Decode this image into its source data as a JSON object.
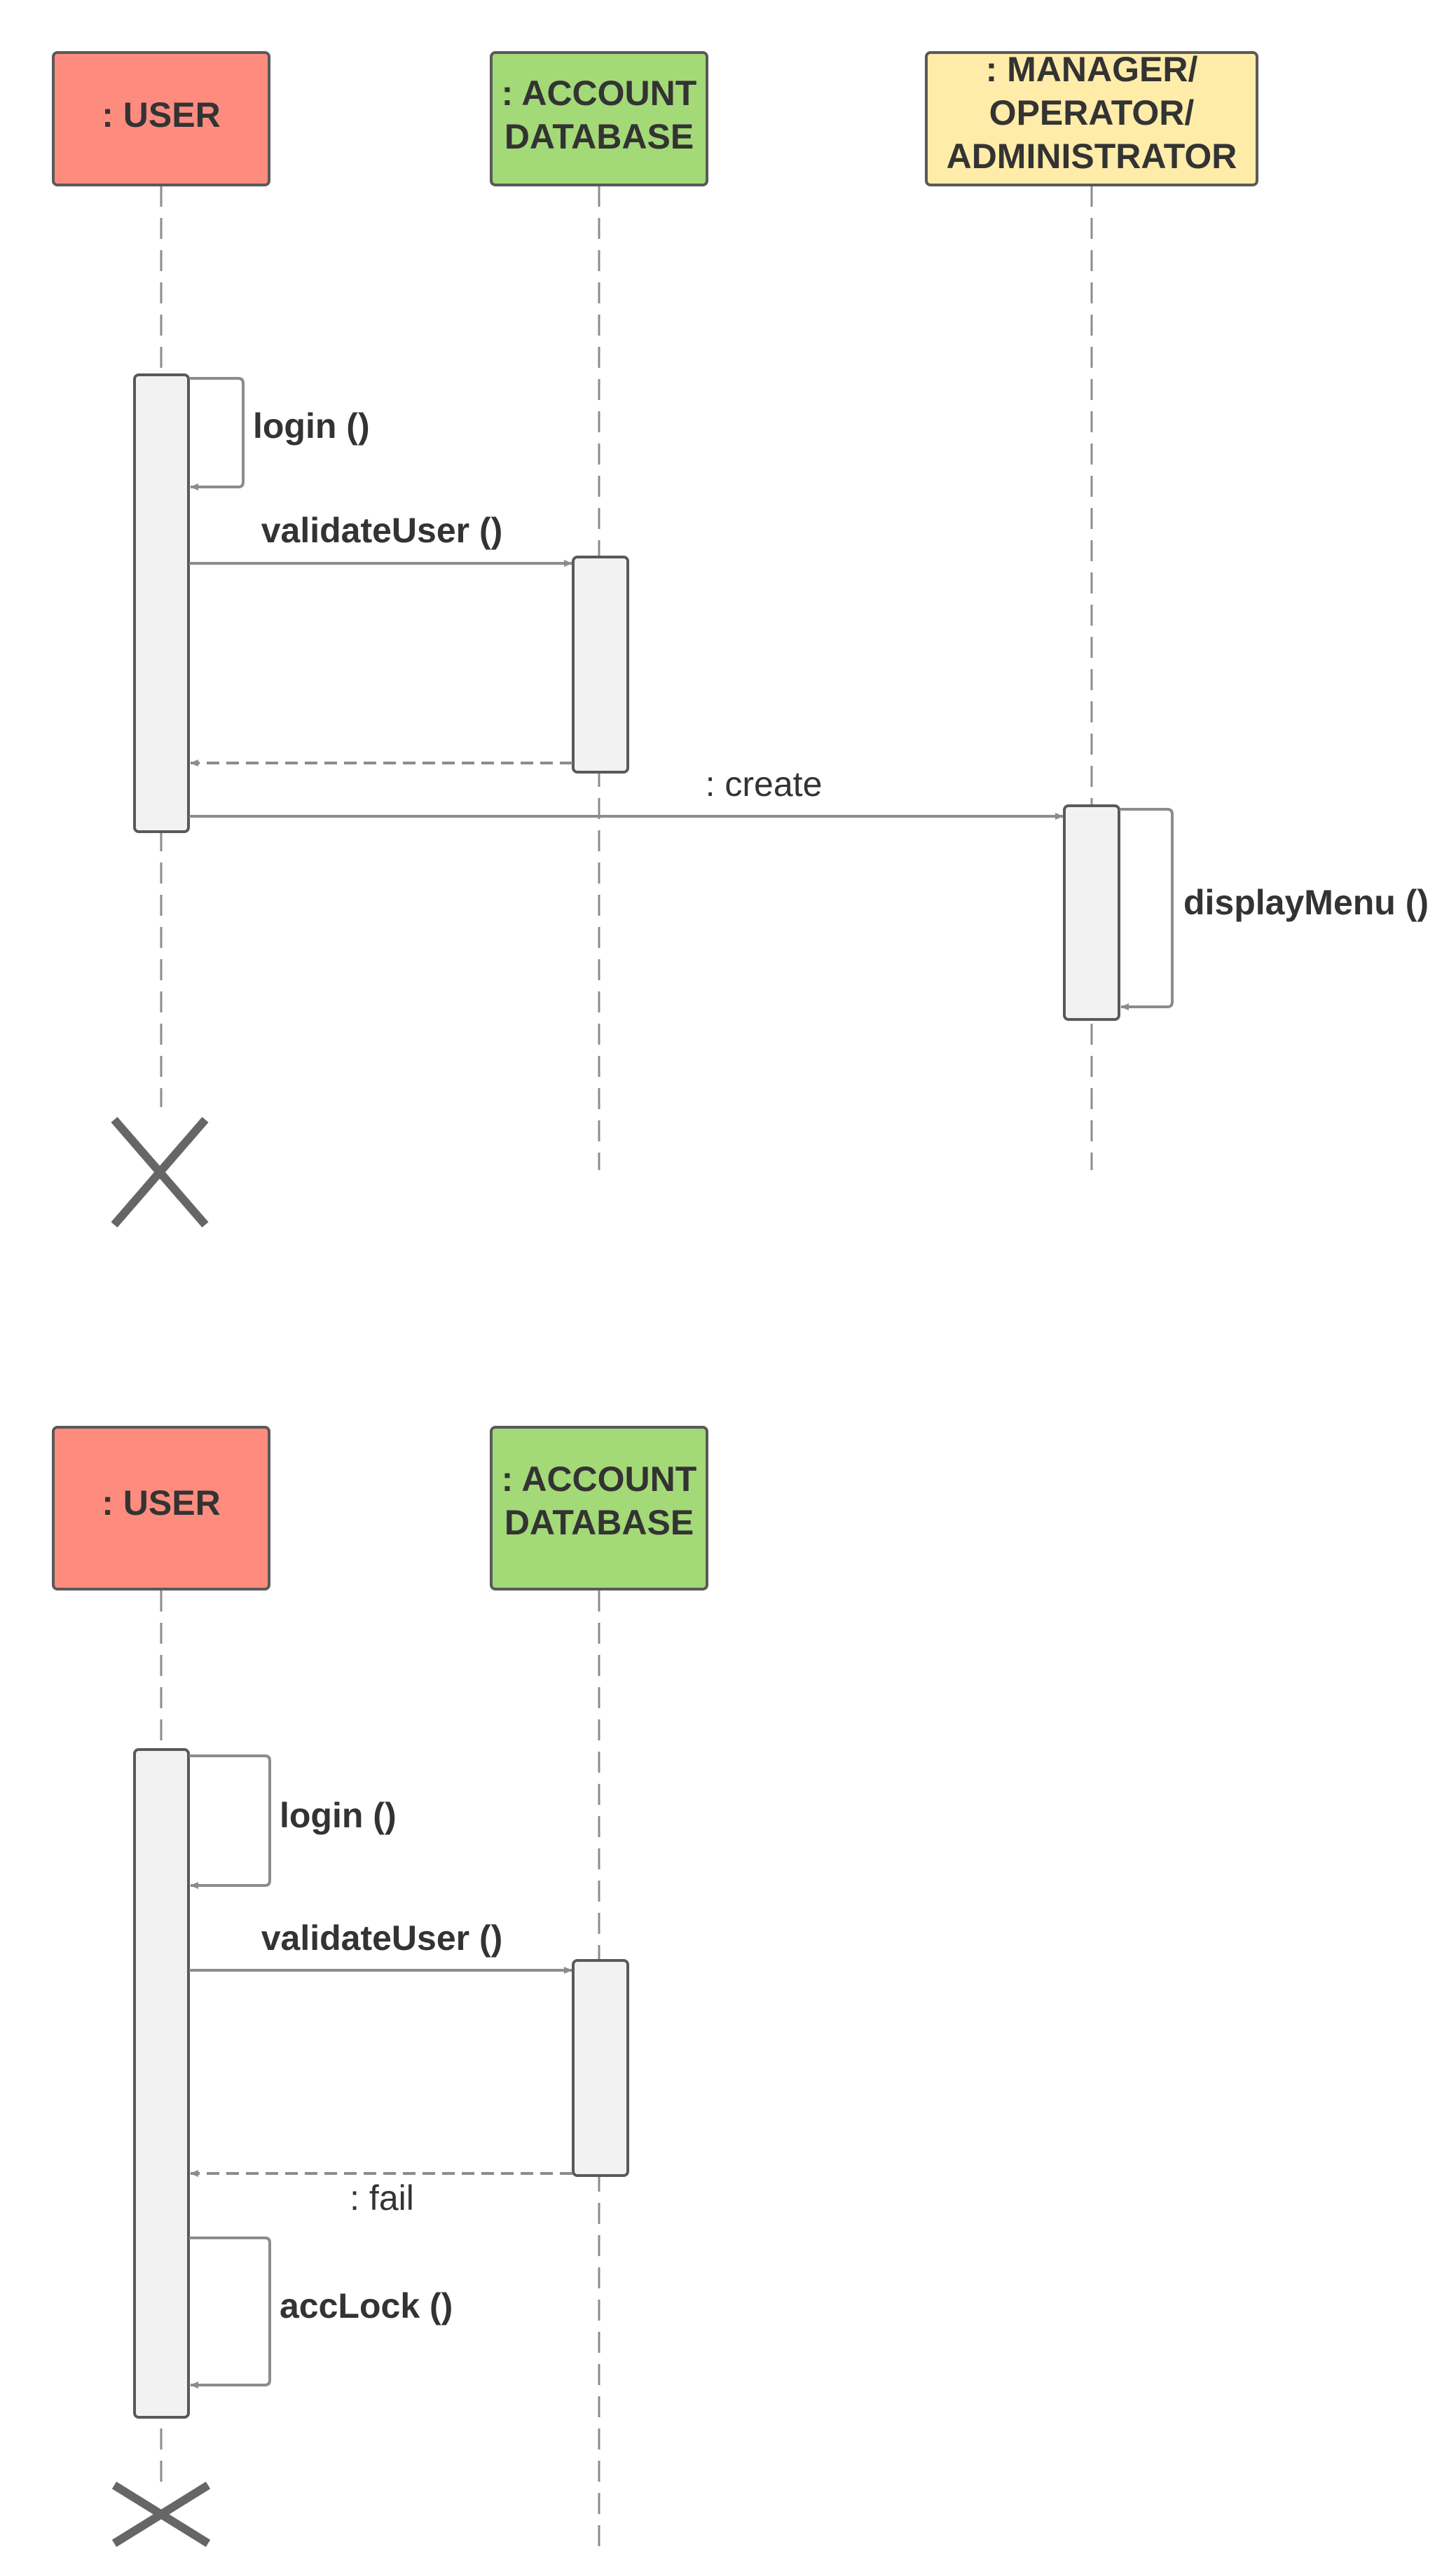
{
  "colors": {
    "user": "#fd8c7f",
    "account_database": "#a3d977",
    "manager": "#ffeca9",
    "activation": "#f2f2f2",
    "line": "#8c8c8c",
    "border": "#595959"
  },
  "diagrams": [
    {
      "id": "success",
      "participants": [
        {
          "id": "user",
          "lines": [
            ": USER"
          ]
        },
        {
          "id": "db",
          "lines": [
            ": ACCOUNT",
            "DATABASE"
          ]
        },
        {
          "id": "mgr",
          "lines": [
            ": MANAGER/",
            "OPERATOR/",
            "ADMINISTRATOR"
          ]
        }
      ],
      "messages": [
        {
          "id": "login",
          "from": "user",
          "to": "user",
          "label": "login ()",
          "style": "self",
          "bold": true
        },
        {
          "id": "validate",
          "from": "user",
          "to": "db",
          "label": "validateUser ()",
          "style": "solid",
          "bold": true
        },
        {
          "id": "return",
          "from": "db",
          "to": "user",
          "label": "",
          "style": "dashed"
        },
        {
          "id": "create",
          "from": "user",
          "to": "mgr",
          "label": ": create",
          "style": "solid",
          "bold": false
        },
        {
          "id": "display",
          "from": "mgr",
          "to": "mgr",
          "label": "displayMenu ()",
          "style": "self",
          "bold": true
        }
      ],
      "destroyed": [
        "user"
      ]
    },
    {
      "id": "failure",
      "participants": [
        {
          "id": "user",
          "lines": [
            ": USER"
          ]
        },
        {
          "id": "db",
          "lines": [
            ": ACCOUNT",
            "DATABASE"
          ]
        }
      ],
      "messages": [
        {
          "id": "login",
          "from": "user",
          "to": "user",
          "label": "login ()",
          "style": "self",
          "bold": true
        },
        {
          "id": "validate",
          "from": "user",
          "to": "db",
          "label": "validateUser ()",
          "style": "solid",
          "bold": true
        },
        {
          "id": "fail",
          "from": "db",
          "to": "user",
          "label": ": fail",
          "style": "dashed",
          "bold": false
        },
        {
          "id": "acclock",
          "from": "user",
          "to": "user",
          "label": "accLock ()",
          "style": "self",
          "bold": true
        }
      ],
      "destroyed": [
        "user"
      ]
    }
  ]
}
